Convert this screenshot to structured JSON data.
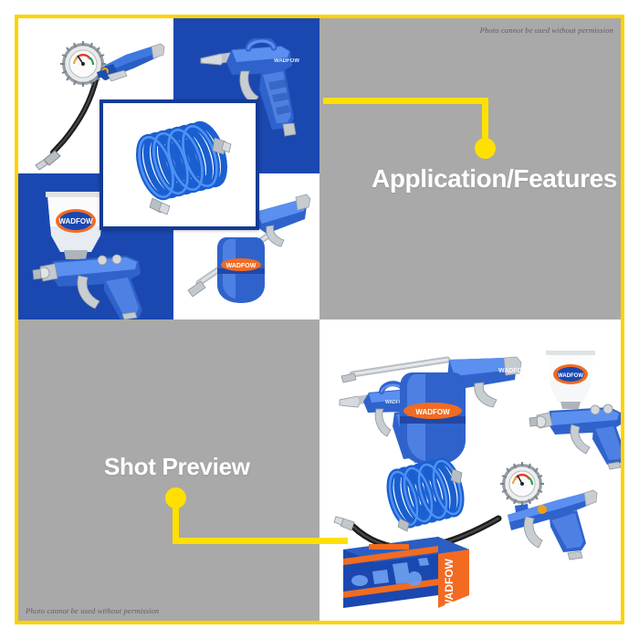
{
  "page": {
    "background": "#ffffff",
    "frame_color": "#FFD100",
    "accent_yellow": "#FFE000",
    "brand_blue": "#1B48B0",
    "deep_blue": "#133B96",
    "panel_gray": "#a9a9a9",
    "brand_orange": "#F26B21"
  },
  "watermarks": {
    "top_right": "Photo cannot be used without permission",
    "bottom_left": "Photo cannot be used without permission"
  },
  "callouts": [
    {
      "id": "application-features",
      "label": "Application/Features",
      "quadrant": "top-right"
    },
    {
      "id": "shot-preview",
      "label": "Shot Preview",
      "quadrant": "bottom-left"
    }
  ],
  "brand": {
    "name": "WADFOW",
    "logo_text": "WADFOW"
  },
  "quadrants": {
    "top_left": {
      "name": "feature-photo-grid",
      "background": "#ffffff",
      "cells": [
        {
          "name": "tire-inflator-gauge",
          "background": "#ffffff"
        },
        {
          "name": "air-blow-gun",
          "background": "#1B48B0"
        },
        {
          "name": "gravity-spray-gun",
          "background": "#1B48B0"
        },
        {
          "name": "spray-washing-gun",
          "background": "#ffffff"
        }
      ],
      "inset": {
        "name": "recoil-air-hose",
        "border_color": "#133B96",
        "background": "#ffffff"
      }
    },
    "top_right": {
      "name": "application-features-panel",
      "background": "#a9a9a9"
    },
    "bottom_left": {
      "name": "shot-preview-panel",
      "background": "#a9a9a9"
    },
    "bottom_right": {
      "name": "product-group-shot",
      "background": "#ffffff",
      "items": [
        "air-blow-gun",
        "spray-washing-gun",
        "gravity-feed-spray-gun",
        "recoil-air-hose",
        "tire-inflator-gauge",
        "retail-box"
      ]
    }
  }
}
